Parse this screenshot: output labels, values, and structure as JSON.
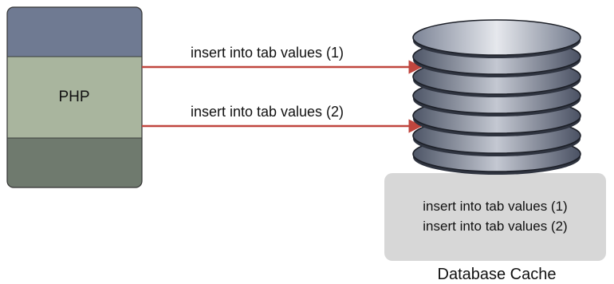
{
  "php_block": {
    "label": "PHP"
  },
  "arrows": [
    {
      "label": "insert into tab values (1)"
    },
    {
      "label": "insert into tab values (2)"
    }
  ],
  "cache_box": {
    "lines": [
      "insert into tab values (1)",
      "insert into tab values (2)"
    ]
  },
  "database": {
    "label": "Database Cache"
  },
  "colors": {
    "php_top": "#6f7a92",
    "php_middle": "#a9b59e",
    "php_bottom": "#6f7a6e",
    "arrow": "#c0463e",
    "cache_box": "#d7d7d7"
  }
}
